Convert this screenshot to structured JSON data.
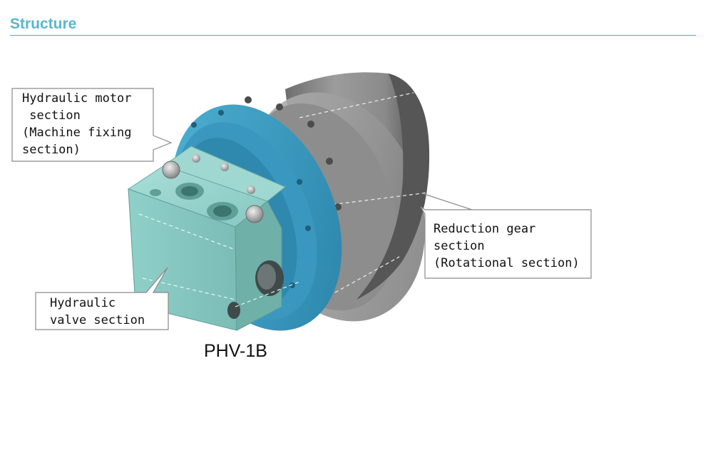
{
  "page": {
    "heading": "Structure"
  },
  "diagram": {
    "callouts": {
      "motor_line1": "Hydraulic motor",
      "motor_line2": " section",
      "motor_line3": "(Machine fixing",
      "motor_line4": "section)",
      "reduction_line1": "Reduction gear",
      "reduction_line2": "section",
      "reduction_line3": "(Rotational section)",
      "valve_line1": "Hydraulic",
      "valve_line2": "valve section"
    },
    "model": "PHV-1B"
  },
  "colors": {
    "heading": "#5bb5d0",
    "flange_blue": "#3d9ec4",
    "valve_teal": "#8fcfc8",
    "gear_gray": "#9a9a9a"
  }
}
